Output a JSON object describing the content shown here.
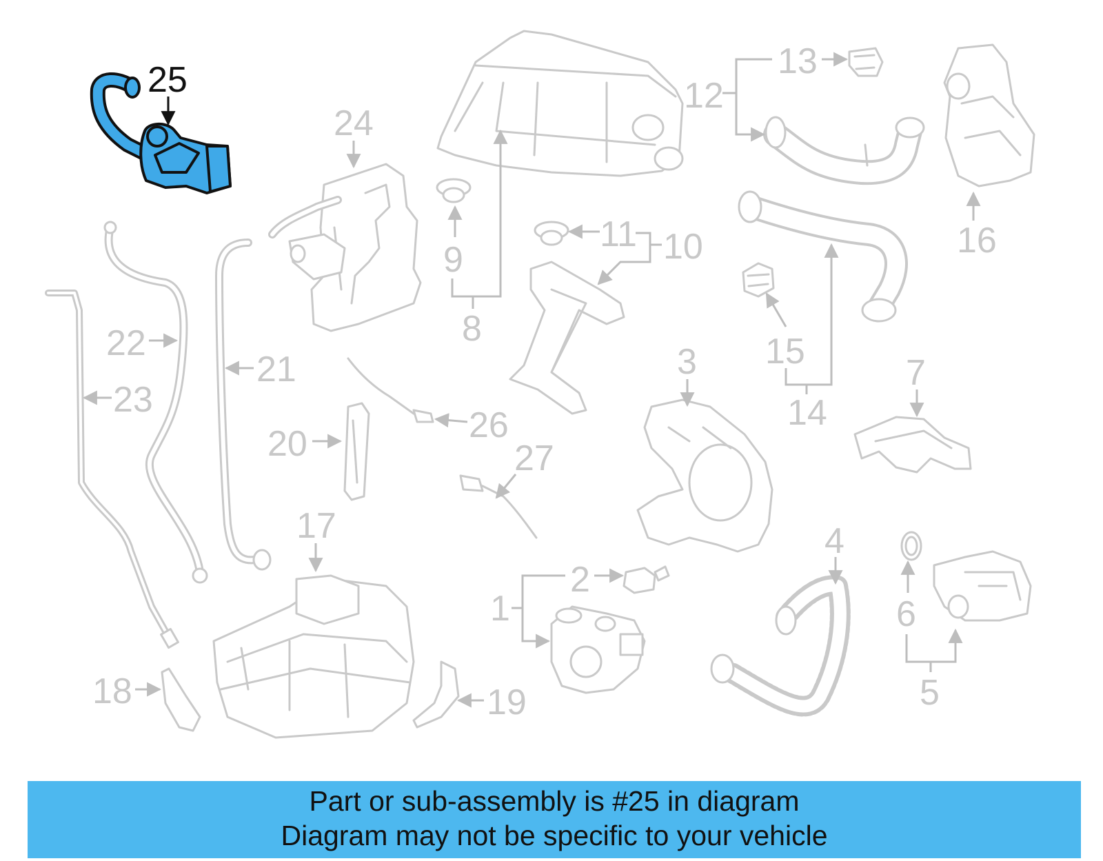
{
  "diagram": {
    "highlighted_callout": "25",
    "callouts": {
      "c1": "1",
      "c2": "2",
      "c3": "3",
      "c4": "4",
      "c5": "5",
      "c6": "6",
      "c7": "7",
      "c8": "8",
      "c9": "9",
      "c10": "10",
      "c11": "11",
      "c12": "12",
      "c13": "13",
      "c14": "14",
      "c15": "15",
      "c16": "16",
      "c17": "17",
      "c18": "18",
      "c19": "19",
      "c20": "20",
      "c21": "21",
      "c22": "22",
      "c23": "23",
      "c24": "24",
      "c25": "25",
      "c26": "26",
      "c27": "27"
    },
    "colors": {
      "highlight_fill": "#3fa9e8",
      "highlight_outline": "#111111",
      "part_outline": "#c9c9c9",
      "label_grey": "#c8c8c8",
      "banner_background": "#4db8ef"
    }
  },
  "banner": {
    "line1": "Part or sub-assembly is #25 in diagram",
    "line2": "Diagram may not be specific to your vehicle"
  }
}
